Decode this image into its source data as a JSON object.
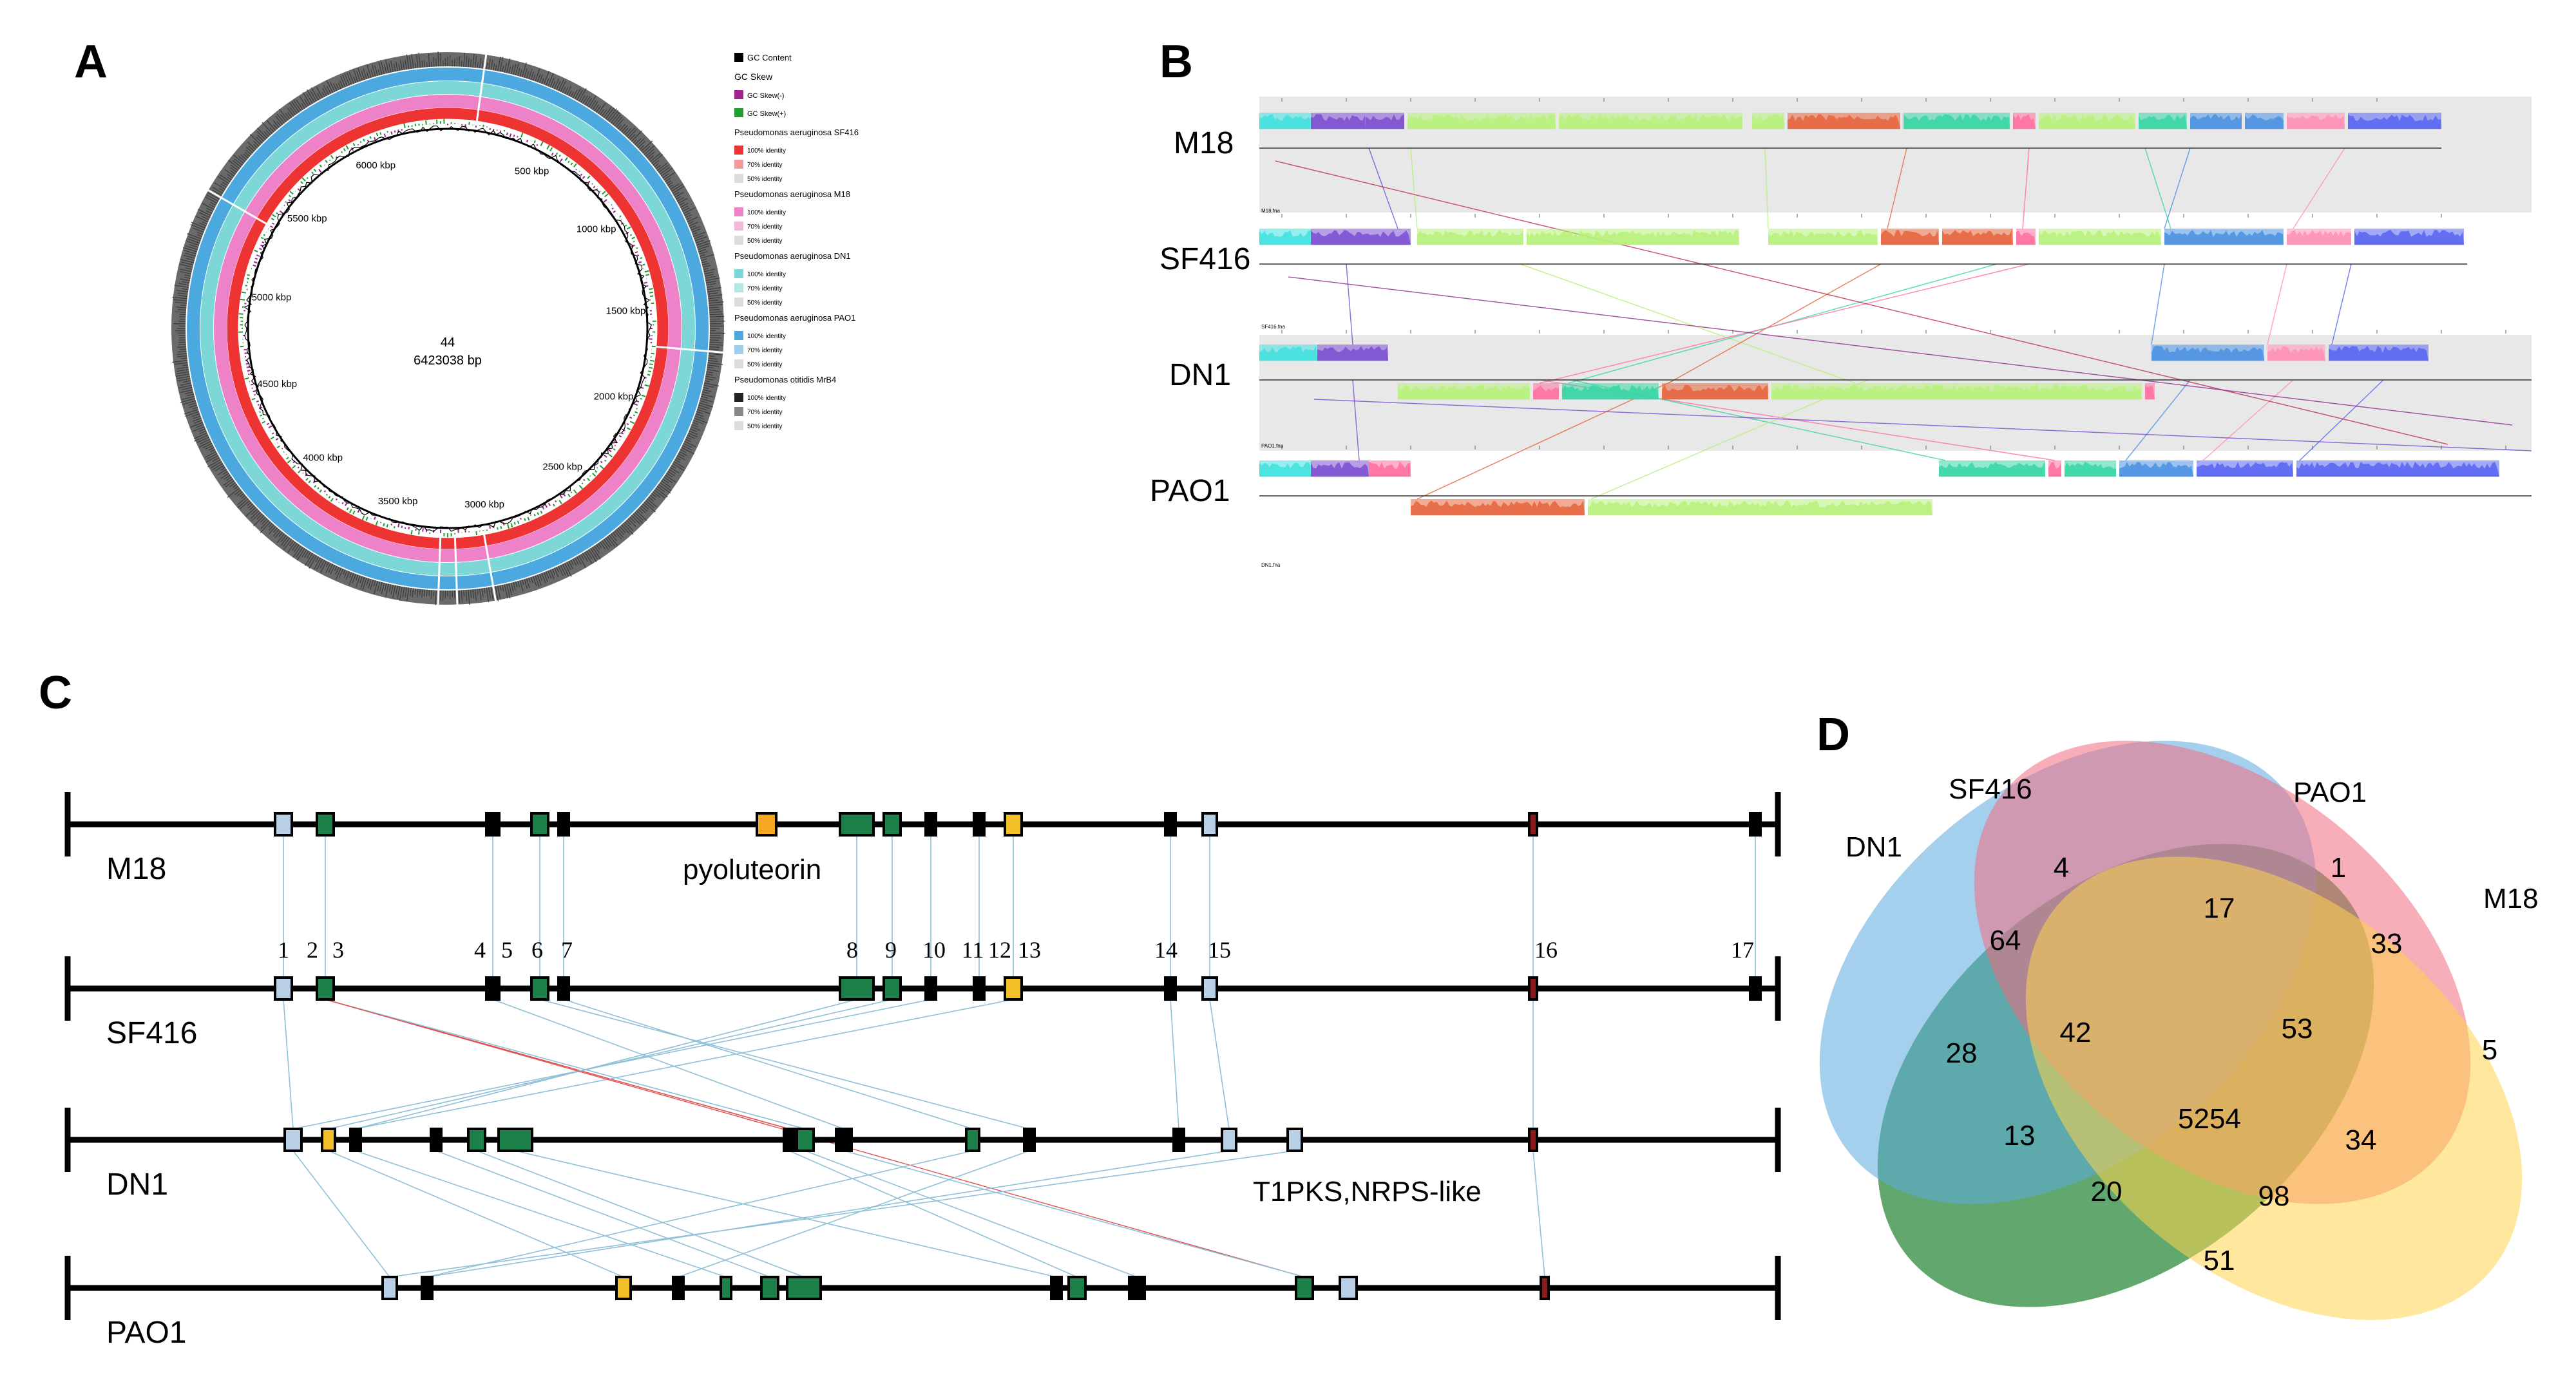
{
  "panels": {
    "a": "A",
    "b": "B",
    "c": "C",
    "d": "D"
  },
  "panel_a": {
    "center_id": "44",
    "center_size": "6423038 bp",
    "ring_labels": [
      "500 kbp",
      "1000 kbp",
      "1500 kbp",
      "2000 kbp",
      "2500 kbp",
      "3000 kbp",
      "3500 kbp",
      "4000 kbp",
      "4500 kbp",
      "5000 kbp",
      "5500 kbp",
      "6000 kbp"
    ],
    "legend": {
      "gc_content": "GC Content",
      "gc_skew": "GC Skew",
      "gc_skew_neg": "GC Skew(-)",
      "gc_skew_pos": "GC Skew(+)",
      "identity_100": "100% identity",
      "identity_70": "70% identity",
      "identity_50": "50% identity",
      "groups": [
        {
          "name": "Pseudomonas aeruginosa SF416",
          "c100": "#ee3333",
          "c70": "#f59a9a",
          "c50": "#dddddd"
        },
        {
          "name": "Pseudomonas aeruginosa M18",
          "c100": "#ee82c8",
          "c70": "#f5b8dd",
          "c50": "#dddddd"
        },
        {
          "name": "Pseudomonas aeruginosa DN1",
          "c100": "#7ed7d7",
          "c70": "#b5e6e6",
          "c50": "#dddddd"
        },
        {
          "name": "Pseudomonas aeruginosa PAO1",
          "c100": "#4ca9e0",
          "c70": "#9fcdec",
          "c50": "#dddddd"
        },
        {
          "name": "Pseudomonas otitidis MrB4",
          "c100": "#222222",
          "c70": "#888888",
          "c50": "#dddddd"
        }
      ]
    }
  },
  "panel_b": {
    "genomes": [
      "M18",
      "SF416",
      "DN1",
      "PAO1"
    ],
    "track_files": [
      "M18.fna",
      "SF416.fna",
      "PAO1.fna",
      "DN1.fna"
    ],
    "block_colors": [
      "#40e0e0",
      "#7b4fd1",
      "#b7f07a",
      "#e6643c",
      "#36d6a4",
      "#ff6fa0",
      "#4a90e2",
      "#ff8fb8",
      "#5865f2",
      "#c08ee8"
    ]
  },
  "panel_c": {
    "genomes": [
      "M18",
      "SF416",
      "DN1",
      "PAO1"
    ],
    "cluster_numbers": [
      "1",
      "2",
      "3",
      "4",
      "5",
      "6",
      "7",
      "8",
      "9",
      "10",
      "11",
      "12",
      "13",
      "14",
      "15",
      "16",
      "17"
    ],
    "annotation_pyo": "pyoluteorin",
    "annotation_t1pks": "T1PKS,NRPS-like"
  },
  "panel_d": {
    "sets": [
      "DN1",
      "SF416",
      "PAO1",
      "M18"
    ],
    "colors": {
      "DN1": "#2e8b3e",
      "SF416": "#5aa9e0",
      "PAO1": "#f06c80",
      "M18": "#ffd34d"
    },
    "regions": {
      "sf416_only": "4",
      "pao1_only": "1",
      "dn1_only": "28",
      "m18_only": "5",
      "dn1_sf416": "64",
      "sf416_pao1": "17",
      "pao1_m18": "33",
      "dn1_sf416_pao1": "42",
      "sf416_pao1_m18": "53",
      "all": "5254",
      "dn1_pao1": "13",
      "dn1_sf416_m18": "20",
      "sf416_m18": "34",
      "dn1_pao1_m18": "98",
      "dn1_m18": "51"
    }
  }
}
